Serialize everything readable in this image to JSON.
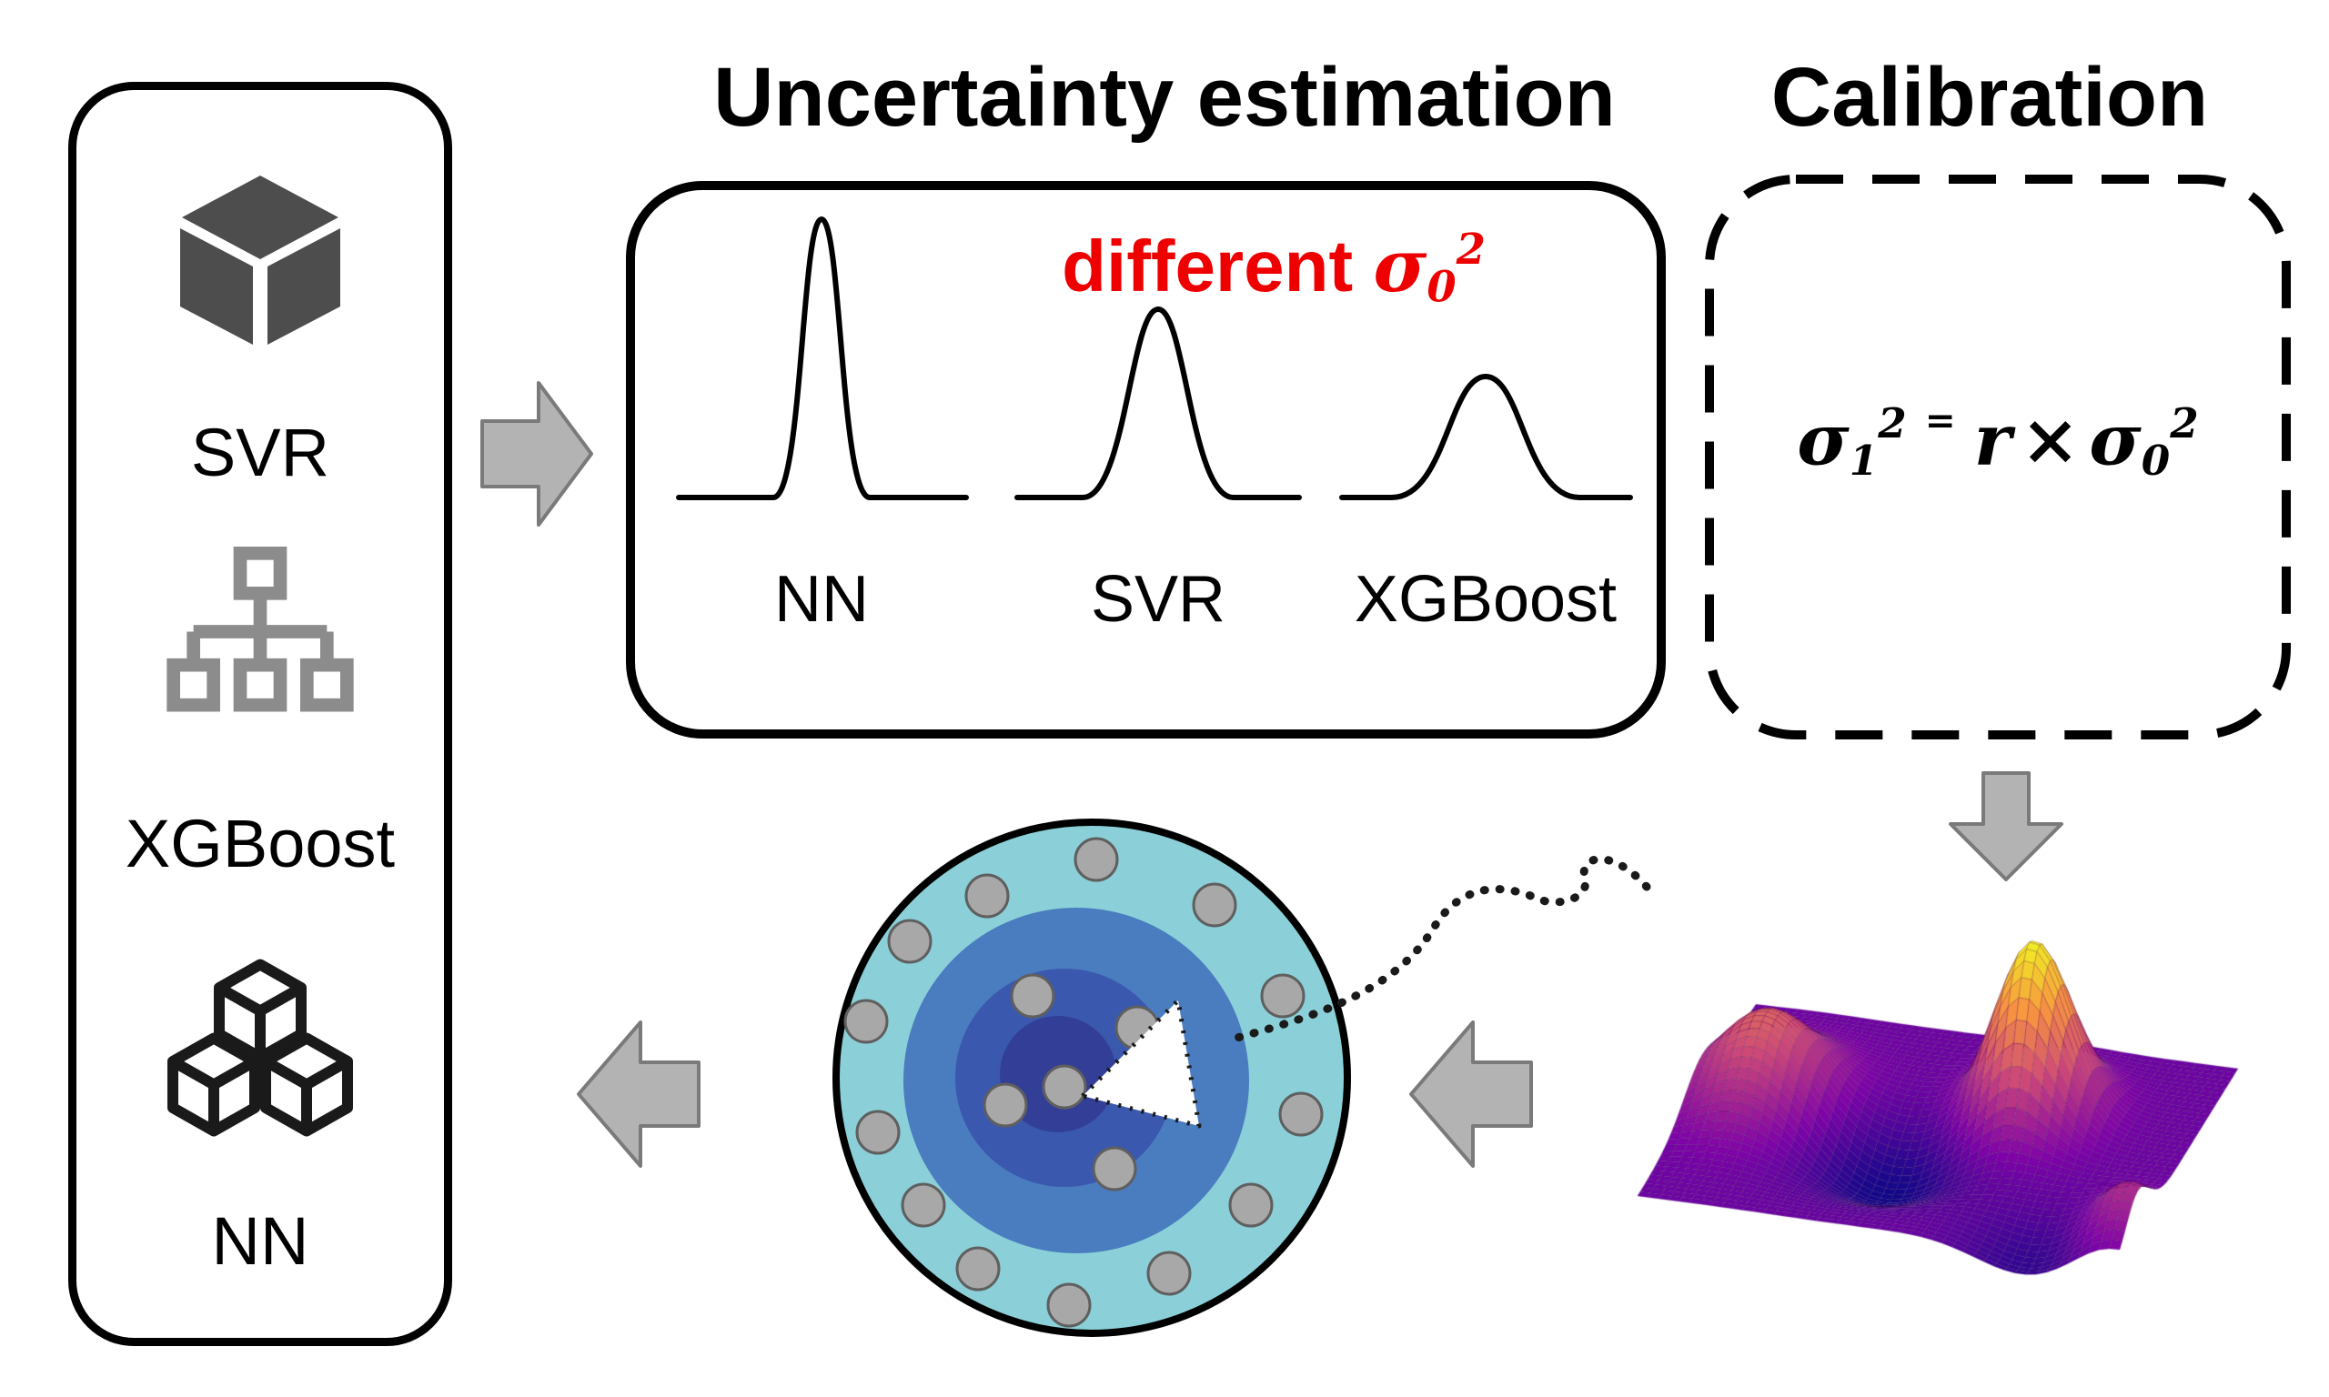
{
  "figure": {
    "left_panel": {
      "models": [
        {
          "label": "SVR",
          "icon": "cube-icon"
        },
        {
          "label": "XGBoost",
          "icon": "tree-icon"
        },
        {
          "label": "NN",
          "icon": "stacked-cubes-icon"
        }
      ]
    },
    "uncertainty_panel": {
      "title": "Uncertainty estimation",
      "note_prefix": "different ",
      "note_sigma": "σ",
      "note_sub": "0",
      "note_sup": "2",
      "curve_labels": [
        "NN",
        "SVR",
        "XGBoost"
      ]
    },
    "calibration_panel": {
      "title": "Calibration",
      "formula": {
        "sigma1": "σ",
        "sub1": "1",
        "sup1": "2",
        "equals": "=",
        "r": "r",
        "times": "×",
        "sigma0": "σ",
        "sub0": "0",
        "sup0": "2"
      }
    }
  },
  "colors": {
    "red_accent": "#ee0000",
    "arrow_gray": "#b3b3b3",
    "arrow_border": "#7a7a7a",
    "circle_outer": "#8bd0d8",
    "circle_mid": "#4a7cc0",
    "circle_inner": "#3a58ae",
    "circle_core": "#333f97",
    "dot_gray": "#a8a8a8",
    "dot_border": "#5f5f5f",
    "icon_dark_gray": "#4d4d4d",
    "icon_gray": "#8c8c8c",
    "icon_black": "#1a1a1a",
    "plasma_low": "#0d0887",
    "plasma_mid": "#cc4778",
    "plasma_high": "#f0f921"
  }
}
